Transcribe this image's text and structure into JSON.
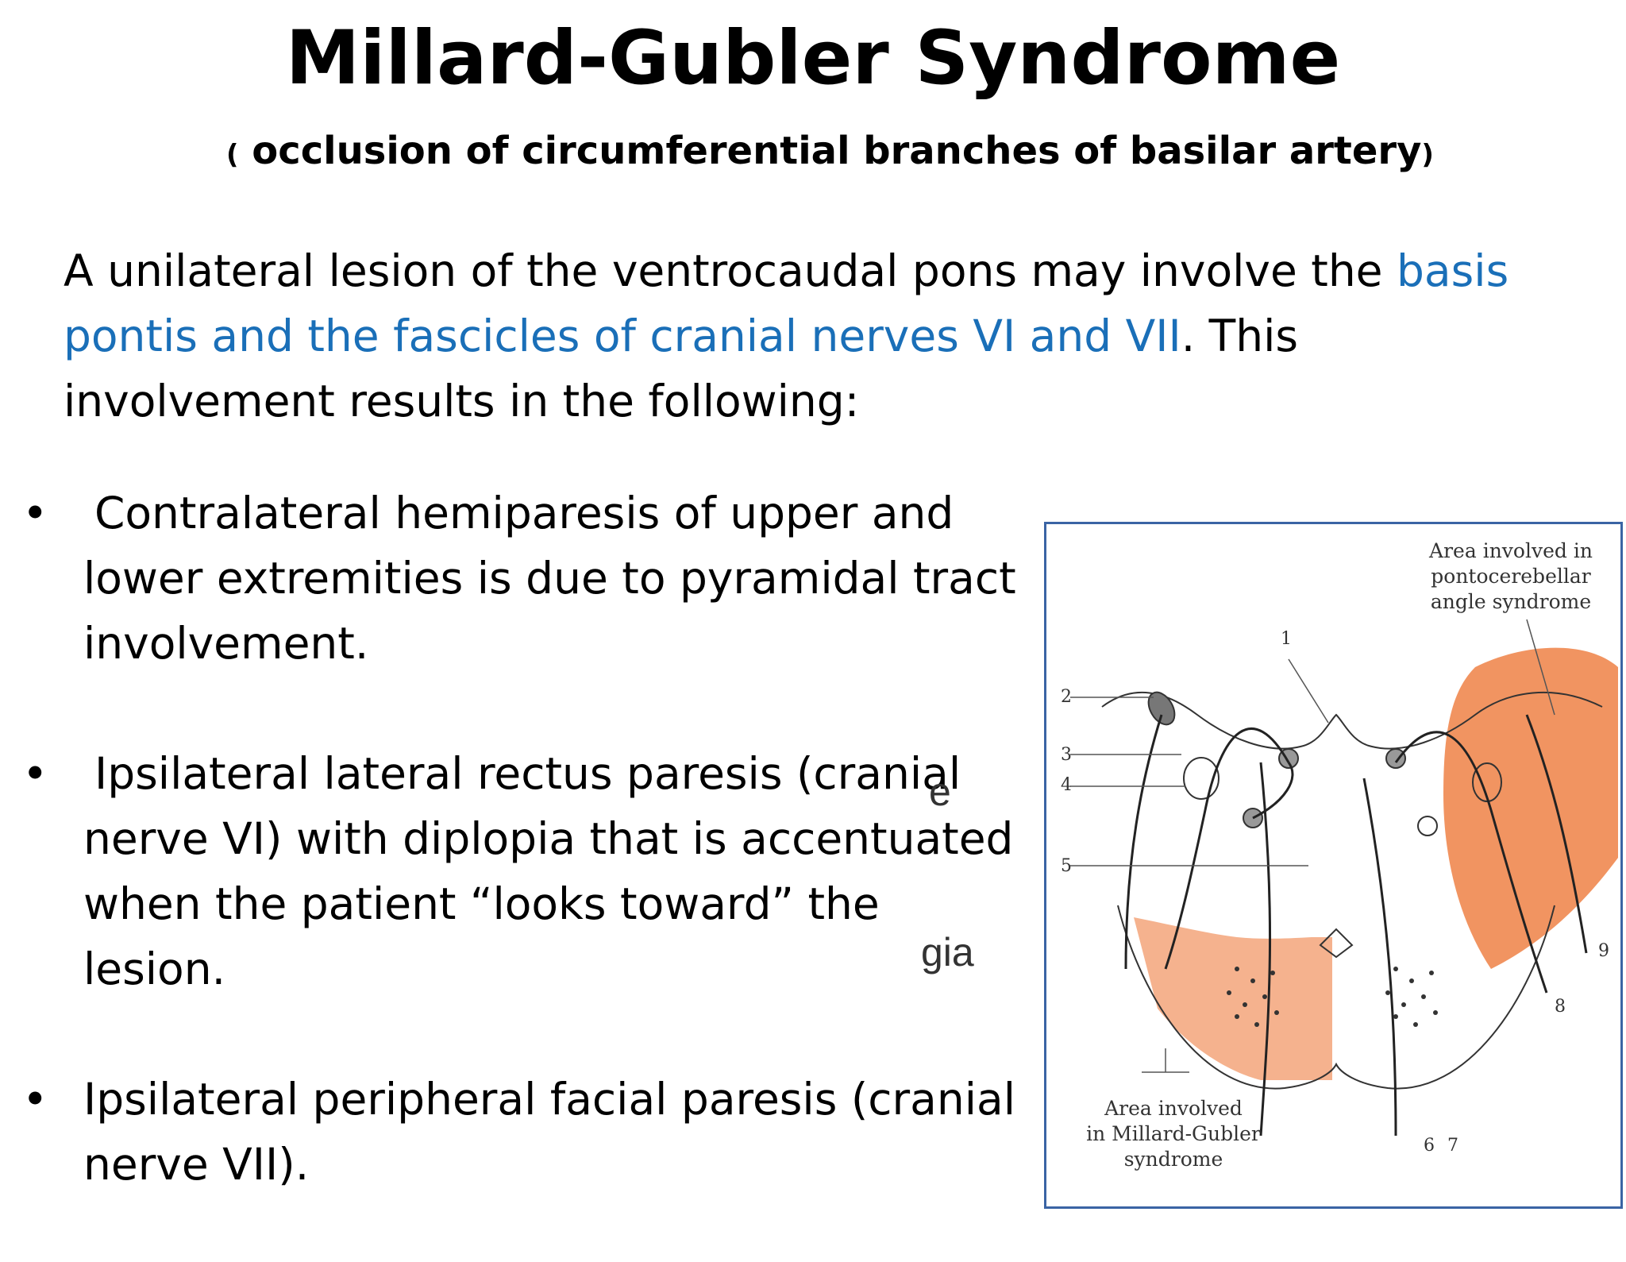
{
  "slide": {
    "title": "Millard-Gubler Syndrome",
    "subtitle": {
      "open": "(",
      "text": " occlusion of circumferential branches of basilar artery",
      "close": ")"
    },
    "intro": {
      "part1": "A unilateral lesion of the ventrocaudal pons may involve  the ",
      "highlight": "basis pontis and the fascicles of cranial nerves VI  and VII",
      "part2": ". This involvement results in the  following:",
      "highlight_color": "#1a6fb8"
    },
    "bullets": [
      {
        "lead": "Contralateral hemiparesis of upper and",
        "rest": "lower extremities is due to pyramidal tract involvement."
      },
      {
        "lead": "Ipsilateral lateral rectus paresis  (cranial",
        "rest": "nerve VI) with diplopia that  is accentuated when the patient  “looks toward” the lesion."
      },
      {
        "lead": "",
        "rest": "Ipsilateral peripheral facial  paresis (cranial nerve VII)."
      }
    ],
    "bullet_symbol": "•",
    "stray_text": [
      "e",
      "gia"
    ]
  },
  "figure": {
    "label_top": [
      "Area involved in",
      "pontocerebellar",
      "angle syndrome"
    ],
    "label_bottom": [
      "Area involved",
      "in Millard-Gubler",
      "syndrome"
    ],
    "numbers": [
      "1",
      "2",
      "3",
      "4",
      "5",
      "6",
      "7",
      "8",
      "9"
    ],
    "lesion_color": "#f08850",
    "border_color": "#3a64a4"
  }
}
